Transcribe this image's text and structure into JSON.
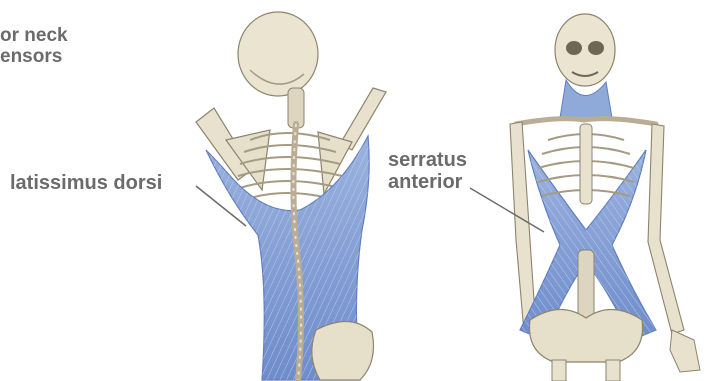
{
  "labels": {
    "neck_line1": "or neck",
    "neck_line2": "ensors",
    "latissimus": "latissimus dorsi",
    "serratus_line1": "serratus",
    "serratus_line2": "anterior"
  },
  "colors": {
    "bone": "#e9e2cf",
    "bone_shadow": "#b8ad92",
    "bone_outline": "#8d846e",
    "muscle": "#8fa9d8",
    "muscle_dark": "#5f7fbf",
    "muscle_light": "#c3d2ee",
    "label_text": "#6b6b6b",
    "leader": "#6b6b6b"
  }
}
